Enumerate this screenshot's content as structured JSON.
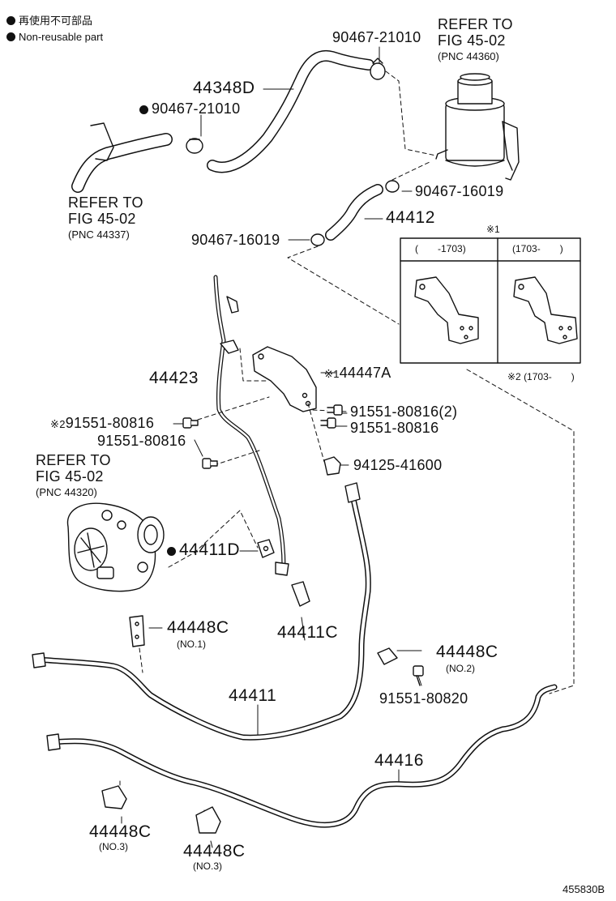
{
  "legend": {
    "jp_text": "再使用不可部品",
    "en_text": "Non-reusable part"
  },
  "refs": {
    "r1": {
      "line1": "REFER TO",
      "line2": "FIG 45-02",
      "line3": "(PNC 44360)"
    },
    "r2": {
      "line1": "REFER TO",
      "line2": "FIG 45-02",
      "line3": "(PNC 44337)"
    },
    "r3": {
      "line1": "REFER TO",
      "line2": "FIG 45-02",
      "line3": "(PNC 44320)"
    }
  },
  "parts": {
    "p_90467_21010_top": "90467-21010",
    "p_44348D": "44348D",
    "p_90467_21010_nr": "90467-21010",
    "p_90467_16019_a": "90467-16019",
    "p_44412": "44412",
    "p_90467_16019_b": "90467-16019",
    "p_44423": "44423",
    "p_44447A": "44447A",
    "p_91551_80816_2": "91551-80816(2)",
    "p_91551_80816_x2": "91551-80816",
    "p_91551_80816_c": "91551-80816",
    "p_91551_80816_d": "91551-80816",
    "p_94125_41600": "94125-41600",
    "p_44411D": "44411D",
    "p_44411C": "44411C",
    "p_44448C_1": "44448C",
    "p_44448C_2": "44448C",
    "p_91551_80820": "91551-80820",
    "p_44411": "44411",
    "p_44416": "44416",
    "p_44448C_3a": "44448C",
    "p_44448C_3b": "44448C"
  },
  "notes": {
    "no1": "(NO.1)",
    "no2": "(NO.2)",
    "no3a": "(NO.3)",
    "no3b": "(NO.3)",
    "mark1": "※1",
    "mark1_inline": "※1",
    "mark2_inline": "※2",
    "mark2_caption": "※2 (1703-　　)",
    "box_col1": "(　　-1703)",
    "box_col2": "(1703-　　)"
  },
  "footer": {
    "code": "455830B"
  }
}
